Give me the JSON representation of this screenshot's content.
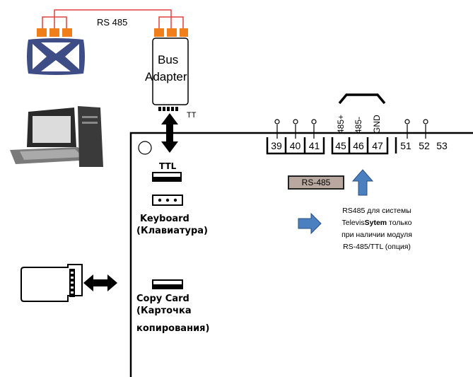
{
  "cable_label": "RS 485",
  "bus_adapter": {
    "line1": "Bus",
    "line2": "Adapter"
  },
  "tt_label": "TT",
  "terminals": [
    "39",
    "40",
    "41",
    "45",
    "46",
    "47",
    "51",
    "52",
    "53"
  ],
  "vertical_labels": [
    "485+",
    "485-",
    "GND"
  ],
  "ttl_label": "TTL",
  "keyboard": {
    "line1": "Keyboard",
    "line2": "(Клавиатура)"
  },
  "copy_card": {
    "line1": "Copy Card",
    "line2": "(Карточка",
    "line3": "копирования)"
  },
  "rs485_badge": "RS-485",
  "rs485_note": {
    "line1": "RS485 для системы",
    "line2_pre": "Televis",
    "line2_bold": "Sytem",
    "line2_post": " только",
    "line3": "при наличии модуля",
    "line4": "RS-485/TTL (опция)"
  },
  "colors": {
    "cable": "#e04040",
    "connector": "#f07f1a",
    "televis_logo": "#3f4d86",
    "arrow_blue": "#4a7fc0",
    "badge_fill": "#b8a8a0"
  }
}
